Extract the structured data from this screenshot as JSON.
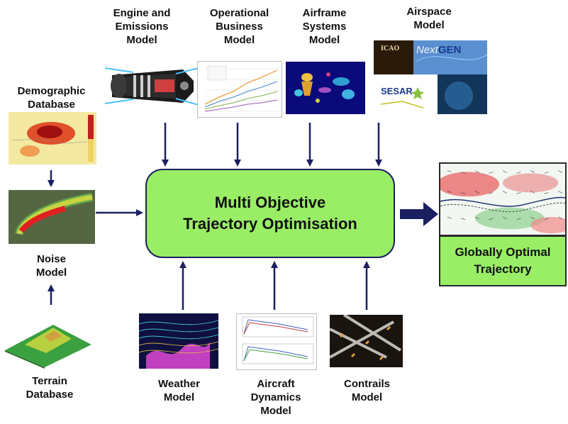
{
  "center": {
    "line1": "Multi Objective",
    "line2": "Trajectory Optimisation"
  },
  "output": {
    "line1": "Globally Optimal",
    "line2": "Trajectory"
  },
  "top_models": [
    {
      "line1": "Engine and",
      "line2": "Emissions",
      "line3": "Model"
    },
    {
      "line1": "Operational",
      "line2": "Business",
      "line3": "Model"
    },
    {
      "line1": "Airframe",
      "line2": "Systems",
      "line3": "Model"
    },
    {
      "line1": "Airspace",
      "line2": "Model"
    }
  ],
  "left_models": [
    {
      "line1": "Demographic",
      "line2": "Database"
    },
    {
      "line1": "Noise",
      "line2": "Model"
    },
    {
      "line1": "Terrain",
      "line2": "Database"
    }
  ],
  "bottom_models": [
    {
      "line1": "Weather",
      "line2": "Model"
    },
    {
      "line1": "Aircraft",
      "line2": "Dynamics",
      "line3": "Model"
    },
    {
      "line1": "Contrails",
      "line2": "Model"
    }
  ],
  "airspace_logos": {
    "icao": "ICAO",
    "nextgen_a": "Next",
    "nextgen_b": "GEN",
    "sesar": "SESAR"
  },
  "colors": {
    "box_fill": "#99ee66",
    "arrow": "#1a2060",
    "border": "#1a2060"
  }
}
